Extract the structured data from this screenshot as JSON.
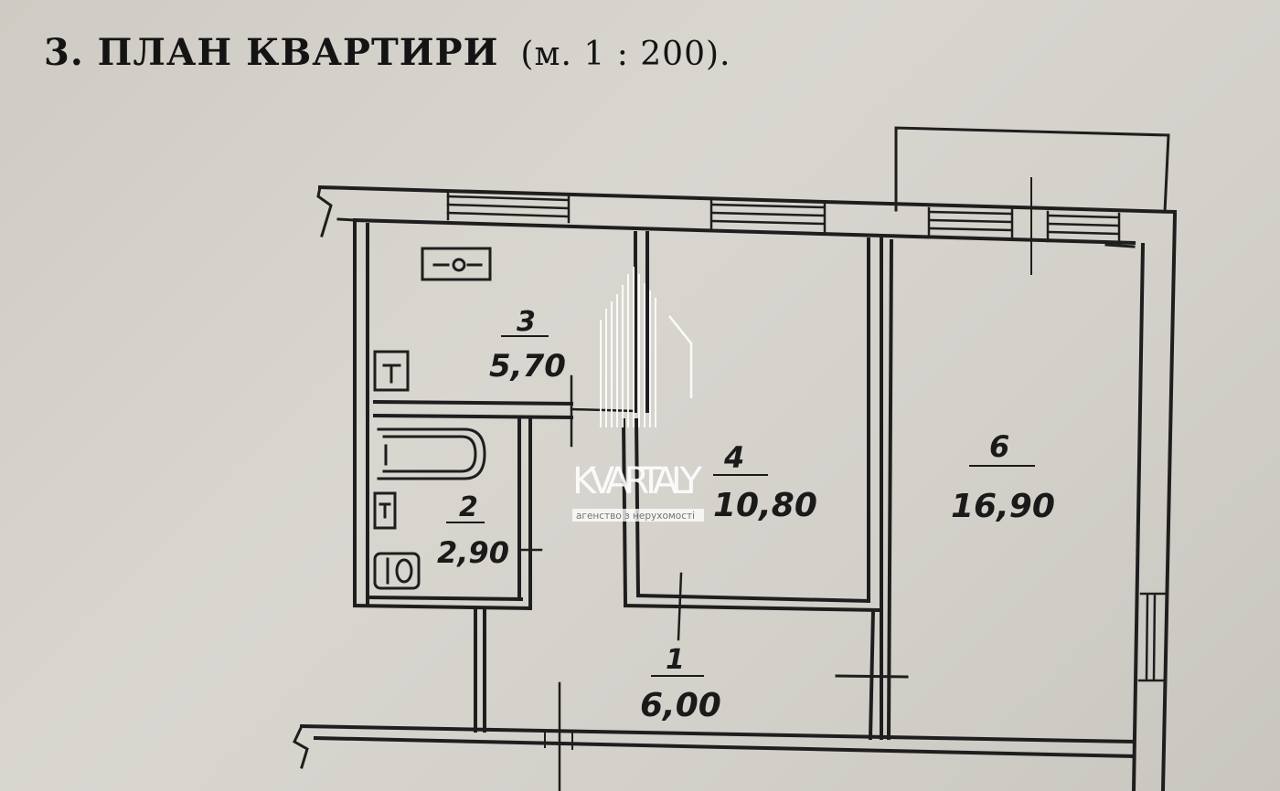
{
  "header": {
    "title": "3. ПЛАН КВАРТИРИ",
    "scale": "(м. 1 : 200)."
  },
  "rooms": [
    {
      "number": "3",
      "area": "5,70"
    },
    {
      "number": "2",
      "area": "2,90"
    },
    {
      "number": "4",
      "area": "10,80"
    },
    {
      "number": "6",
      "area": "16,90"
    },
    {
      "number": "1",
      "area": "6,00"
    }
  ],
  "watermark": {
    "brand": "KVARTALY",
    "tagline": "агенство з нерухомості"
  }
}
